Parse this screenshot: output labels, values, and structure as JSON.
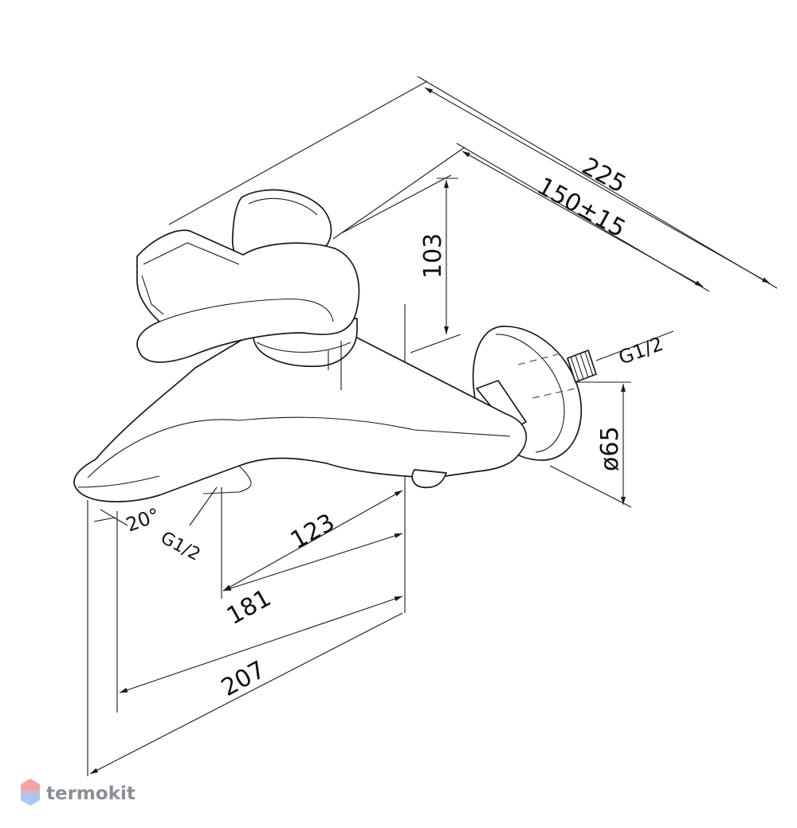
{
  "dimensions": {
    "overall_length": "225",
    "center_distance": "150±15",
    "height": "103",
    "inlet_thread": "G1/2",
    "escutcheon_diameter": "ø65",
    "angle": "20°",
    "outlet_thread": "G1/2",
    "outlet_offset": "123",
    "outlet_reach": "181",
    "spout_length": "207"
  },
  "brand": {
    "name": "termokit",
    "icon": "hexagon-logo-icon",
    "colors": {
      "top": "#f4a3a3",
      "bottom": "#a9c8ef",
      "text": "#8a8f96"
    }
  }
}
